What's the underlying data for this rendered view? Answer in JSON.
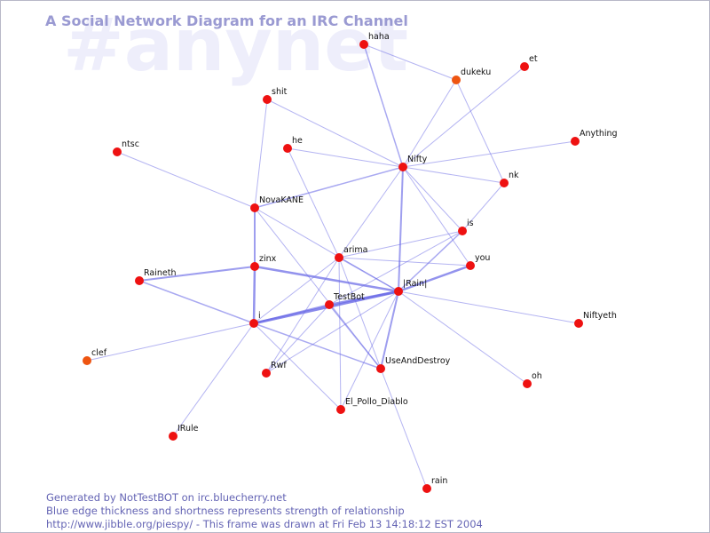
{
  "watermark": "#anynet",
  "title": "A Social Network Diagram for an IRC Channel",
  "footer": {
    "line1": "Generated by NotTestBOT on irc.bluecherry.net",
    "line2": "Blue edge thickness and shortness represents strength of relationship",
    "line3": "http://www.jibble.org/piespy/ - This frame was drawn at Fri Feb 13 14:18:12 EST 2004"
  },
  "colors": {
    "node": "#ee1111",
    "node_highlight": "#ee5511",
    "edge": "#6a6ae6"
  },
  "nodes": [
    {
      "name": "haha"
    },
    {
      "name": "dukeku",
      "highlight": true
    },
    {
      "name": "et"
    },
    {
      "name": "shit"
    },
    {
      "name": "Anything"
    },
    {
      "name": "ntsc"
    },
    {
      "name": "he"
    },
    {
      "name": "Nifty"
    },
    {
      "name": "nk"
    },
    {
      "name": "NovaKANE"
    },
    {
      "name": "is"
    },
    {
      "name": "arima"
    },
    {
      "name": "you"
    },
    {
      "name": "zinx"
    },
    {
      "name": "Raineth"
    },
    {
      "name": "|Rain|"
    },
    {
      "name": "TestBot"
    },
    {
      "name": "i"
    },
    {
      "name": "Niftyeth"
    },
    {
      "name": "clef",
      "highlight": true
    },
    {
      "name": "UseAndDestroy"
    },
    {
      "name": "Rwf"
    },
    {
      "name": "oh"
    },
    {
      "name": "El_Pollo_Diablo"
    },
    {
      "name": "IRule"
    },
    {
      "name": "rain"
    }
  ],
  "edges": [
    {
      "from": "haha",
      "to": "dukeku",
      "w": 1
    },
    {
      "from": "haha",
      "to": "Nifty",
      "w": 1.5
    },
    {
      "from": "dukeku",
      "to": "Nifty",
      "w": 1
    },
    {
      "from": "dukeku",
      "to": "nk",
      "w": 1
    },
    {
      "from": "et",
      "to": "Nifty",
      "w": 1
    },
    {
      "from": "Anything",
      "to": "Nifty",
      "w": 1
    },
    {
      "from": "shit",
      "to": "Nifty",
      "w": 1
    },
    {
      "from": "shit",
      "to": "NovaKANE",
      "w": 1
    },
    {
      "from": "he",
      "to": "Nifty",
      "w": 1
    },
    {
      "from": "he",
      "to": "arima",
      "w": 1
    },
    {
      "from": "ntsc",
      "to": "NovaKANE",
      "w": 1
    },
    {
      "from": "Nifty",
      "to": "NovaKANE",
      "w": 1.5
    },
    {
      "from": "Nifty",
      "to": "nk",
      "w": 1
    },
    {
      "from": "Nifty",
      "to": "|Rain|",
      "w": 2
    },
    {
      "from": "Nifty",
      "to": "you",
      "w": 1
    },
    {
      "from": "Nifty",
      "to": "arima",
      "w": 1
    },
    {
      "from": "Nifty",
      "to": "is",
      "w": 1
    },
    {
      "from": "nk",
      "to": "is",
      "w": 1
    },
    {
      "from": "NovaKANE",
      "to": "zinx",
      "w": 2
    },
    {
      "from": "NovaKANE",
      "to": "UseAndDestroy",
      "w": 1
    },
    {
      "from": "NovaKANE",
      "to": "|Rain|",
      "w": 1
    },
    {
      "from": "is",
      "to": "arima",
      "w": 1
    },
    {
      "from": "is",
      "to": "|Rain|",
      "w": 1.5
    },
    {
      "from": "is",
      "to": "TestBot",
      "w": 1
    },
    {
      "from": "arima",
      "to": "you",
      "w": 1
    },
    {
      "from": "arima",
      "to": "|Rain|",
      "w": 1.5
    },
    {
      "from": "arima",
      "to": "Rwf",
      "w": 1
    },
    {
      "from": "arima",
      "to": "i",
      "w": 1
    },
    {
      "from": "arima",
      "to": "UseAndDestroy",
      "w": 1
    },
    {
      "from": "arima",
      "to": "El_Pollo_Diablo",
      "w": 1
    },
    {
      "from": "you",
      "to": "|Rain|",
      "w": 2.5
    },
    {
      "from": "zinx",
      "to": "|Rain|",
      "w": 2.5
    },
    {
      "from": "zinx",
      "to": "i",
      "w": 2.5
    },
    {
      "from": "zinx",
      "to": "Raineth",
      "w": 2
    },
    {
      "from": "Raineth",
      "to": "i",
      "w": 1.5
    },
    {
      "from": "|Rain|",
      "to": "i",
      "w": 3
    },
    {
      "from": "|Rain|",
      "to": "TestBot",
      "w": 2.5
    },
    {
      "from": "|Rain|",
      "to": "UseAndDestroy",
      "w": 2
    },
    {
      "from": "|Rain|",
      "to": "Niftyeth",
      "w": 1
    },
    {
      "from": "|Rain|",
      "to": "oh",
      "w": 1
    },
    {
      "from": "|Rain|",
      "to": "Rwf",
      "w": 1
    },
    {
      "from": "|Rain|",
      "to": "El_Pollo_Diablo",
      "w": 1
    },
    {
      "from": "TestBot",
      "to": "i",
      "w": 2
    },
    {
      "from": "TestBot",
      "to": "UseAndDestroy",
      "w": 1.5
    },
    {
      "from": "TestBot",
      "to": "Rwf",
      "w": 1
    },
    {
      "from": "i",
      "to": "UseAndDestroy",
      "w": 1.5
    },
    {
      "from": "i",
      "to": "clef",
      "w": 1
    },
    {
      "from": "i",
      "to": "IRule",
      "w": 1
    },
    {
      "from": "i",
      "to": "El_Pollo_Diablo",
      "w": 1
    },
    {
      "from": "UseAndDestroy",
      "to": "rain",
      "w": 1
    }
  ]
}
